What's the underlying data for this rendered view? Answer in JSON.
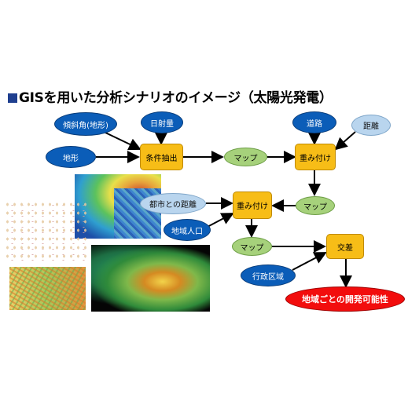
{
  "title": "GISを用いた分析シナリオのイメージ（太陽光発電）",
  "nodes": {
    "slope": "傾斜角(地形)",
    "solar": "日射量",
    "road": "道路",
    "distance": "距離",
    "terrain": "地形",
    "extract": "条件抽出",
    "map1": "マップ",
    "overlay1": "重み付け",
    "city_distance": "都市との距離",
    "overlay2": "重み付け",
    "map2": "マップ",
    "population": "地域人口",
    "map3": "マップ",
    "intersect": "交差",
    "admin": "行政区域",
    "result": "地域ごとの開発可能性"
  },
  "colors": {
    "input": "#0b5db8",
    "input_light": "#b9d5ee",
    "process": "#f7bd17",
    "map": "#a6d17b",
    "result": "#f20d0d",
    "title_square": "#1f3f8f"
  }
}
